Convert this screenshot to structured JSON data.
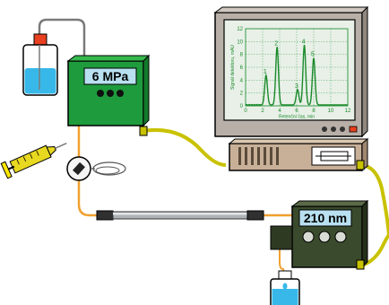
{
  "pump": {
    "display": "6 MPa"
  },
  "detector": {
    "display": "210 nm"
  },
  "chart_data": {
    "type": "line",
    "xlabel": "Retenční čas, min",
    "ylabel": "Signál detektoru, mAU",
    "xlim": [
      0,
      12
    ],
    "ylim": [
      0,
      12
    ],
    "xticks": [
      "0",
      "2",
      "4",
      "6",
      "8",
      "10",
      "12"
    ],
    "yticks": [
      "0",
      "2",
      "4",
      "6",
      "8",
      "10",
      "12"
    ],
    "grid": true,
    "peaks": [
      {
        "label": "1",
        "x": 2.4,
        "y": 4.6
      },
      {
        "label": "2",
        "x": 3.7,
        "y": 9.0
      },
      {
        "label": "3",
        "x": 6.1,
        "y": 2.4
      },
      {
        "label": "4",
        "x": 6.9,
        "y": 9.3
      },
      {
        "label": "5",
        "x": 8.0,
        "y": 7.3
      }
    ],
    "colors": {
      "line": "#1a8a2a",
      "grid": "#4fa85c",
      "screen": "#e8f0e8"
    }
  },
  "colors": {
    "pump_body": "#1e9b3c",
    "detector_body": "#3a4a2c",
    "lcd": "#b8e0f0",
    "tube_yellow": "#c8c200",
    "tube_orange": "#f0a030",
    "monitor_frame": "#b8b0a8",
    "cap_red": "#e84020",
    "liquid": "#38b8e8"
  }
}
